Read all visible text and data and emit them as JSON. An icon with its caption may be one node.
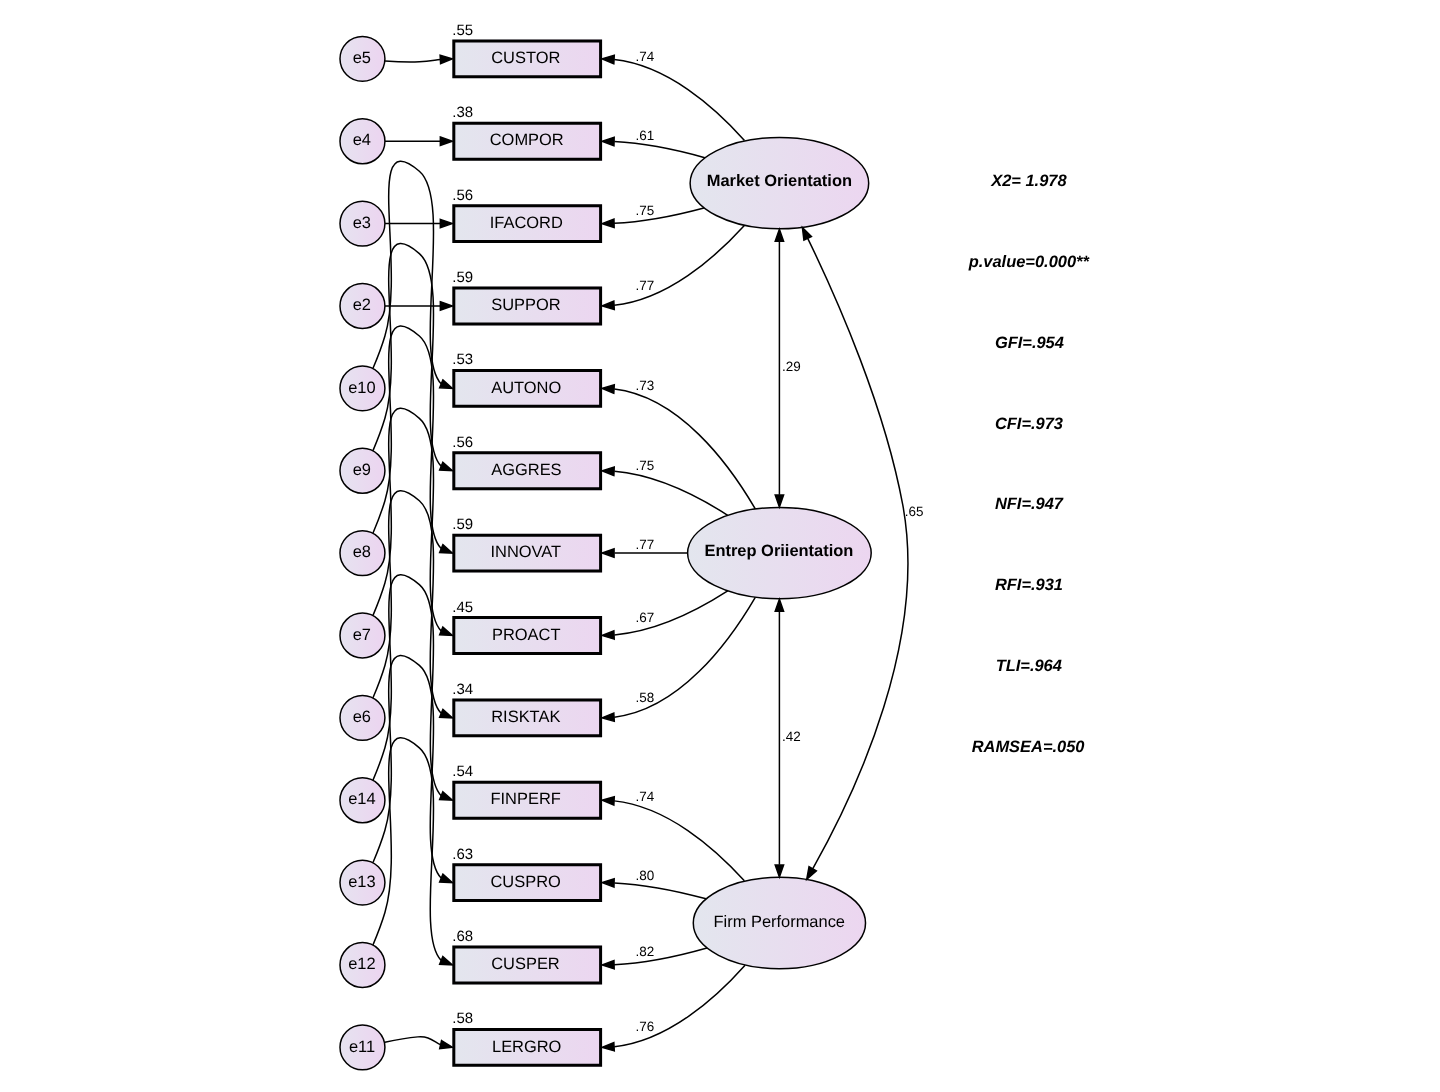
{
  "diagram": {
    "nodes": [
      {
        "text": [
          "e5"
        ]
      },
      {
        "text": [
          "CUSTOR"
        ],
        "beside": [
          ".55"
        ]
      },
      {
        "text": [
          "e4"
        ]
      },
      {
        "text": [
          "COMPOR"
        ],
        "beside": [
          ".38"
        ]
      },
      {
        "text": [
          "e3"
        ]
      },
      {
        "text": [
          "IFACORD"
        ],
        "beside": [
          ".56"
        ]
      },
      {
        "text": [
          "e2"
        ]
      },
      {
        "text": [
          "SUPPOR"
        ],
        "beside": [
          ".59"
        ]
      },
      {
        "text": [
          "e10"
        ]
      },
      {
        "text": [
          "AUTONO"
        ],
        "beside": [
          ".53"
        ]
      },
      {
        "text": [
          "e9"
        ]
      },
      {
        "text": [
          "AGGRES"
        ],
        "beside": [
          ".56"
        ]
      },
      {
        "text": [
          "e8"
        ]
      },
      {
        "text": [
          "INNOVAT"
        ],
        "beside": [
          ".59"
        ]
      },
      {
        "text": [
          "e7"
        ]
      },
      {
        "text": [
          "PROACT"
        ],
        "beside": [
          ".45"
        ]
      },
      {
        "text": [
          "e6"
        ]
      },
      {
        "text": [
          "RISKTAK"
        ],
        "beside": [
          ".34"
        ]
      },
      {
        "text": [
          "e14"
        ]
      },
      {
        "text": [
          "FINPERF"
        ],
        "beside": [
          ".54"
        ]
      },
      {
        "text": [
          "e13"
        ]
      },
      {
        "text": [
          "CUSPRO"
        ],
        "beside": [
          ".63"
        ]
      },
      {
        "text": [
          "e12"
        ]
      },
      {
        "text": [
          "CUSPER"
        ],
        "beside": [
          ".68"
        ]
      },
      {
        "text": [
          "e11"
        ]
      },
      {
        "text": [
          "LERGRO"
        ],
        "beside": [
          ".58"
        ]
      },
      {
        "text": [
          "Market Orientation"
        ]
      },
      {
        "text": [
          "Entrep Oriientation"
        ]
      },
      {
        "text": [
          "Firm Performance"
        ]
      }
    ],
    "edges": [
      {
        "from": 0,
        "to": 1,
        "arrow": "to"
      },
      {
        "from": 2,
        "to": 3,
        "arrow": "to"
      },
      {
        "from": 4,
        "to": 5,
        "arrow": "to"
      },
      {
        "from": 6,
        "to": 7,
        "arrow": "to"
      },
      {
        "from": 8,
        "to": 9,
        "arrow": "to"
      },
      {
        "from": 10,
        "to": 11,
        "arrow": "to"
      },
      {
        "from": 12,
        "to": 13,
        "arrow": "to"
      },
      {
        "from": 14,
        "to": 15,
        "arrow": "to"
      },
      {
        "from": 16,
        "to": 17,
        "arrow": "to"
      },
      {
        "from": 18,
        "to": 19,
        "arrow": "to"
      },
      {
        "from": 20,
        "to": 21,
        "arrow": "to"
      },
      {
        "from": 22,
        "to": 23,
        "arrow": "to"
      },
      {
        "from": 24,
        "to": 25,
        "arrow": "to"
      },
      {
        "from": 26,
        "to": 1,
        "arrow": "to",
        "label": ".74"
      },
      {
        "from": 26,
        "to": 3,
        "arrow": "to",
        "label": ".61"
      },
      {
        "from": 26,
        "to": 5,
        "arrow": "to",
        "label": ".75"
      },
      {
        "from": 26,
        "to": 7,
        "arrow": "to",
        "label": ".77"
      },
      {
        "from": 27,
        "to": 9,
        "arrow": "to",
        "label": ".73"
      },
      {
        "from": 27,
        "to": 11,
        "arrow": "to",
        "label": ".75"
      },
      {
        "from": 27,
        "to": 13,
        "arrow": "to",
        "label": ".77"
      },
      {
        "from": 27,
        "to": 15,
        "arrow": "to",
        "label": ".67"
      },
      {
        "from": 27,
        "to": 17,
        "arrow": "to",
        "label": ".58"
      },
      {
        "from": 28,
        "to": 19,
        "arrow": "to",
        "label": ".74"
      },
      {
        "from": 28,
        "to": 21,
        "arrow": "to",
        "label": ".80"
      },
      {
        "from": 28,
        "to": 23,
        "arrow": "to",
        "label": ".82"
      },
      {
        "from": 28,
        "to": 25,
        "arrow": "to",
        "label": ".76"
      },
      {
        "from": 26,
        "to": 27,
        "arrow": "both",
        "label": ".29"
      },
      {
        "from": 27,
        "to": 28,
        "arrow": "both",
        "label": ".42"
      },
      {
        "from": 26,
        "to": 28,
        "arrow": "both",
        "label": ".65"
      }
    ],
    "labels": [
      "X2= 1.978",
      "p.value=0.000**",
      "GFI=.954",
      "CFI=.973",
      "NFI=.947",
      "RFI=.931",
      "TLI=.964",
      "RAMSEA=.050"
    ]
  }
}
